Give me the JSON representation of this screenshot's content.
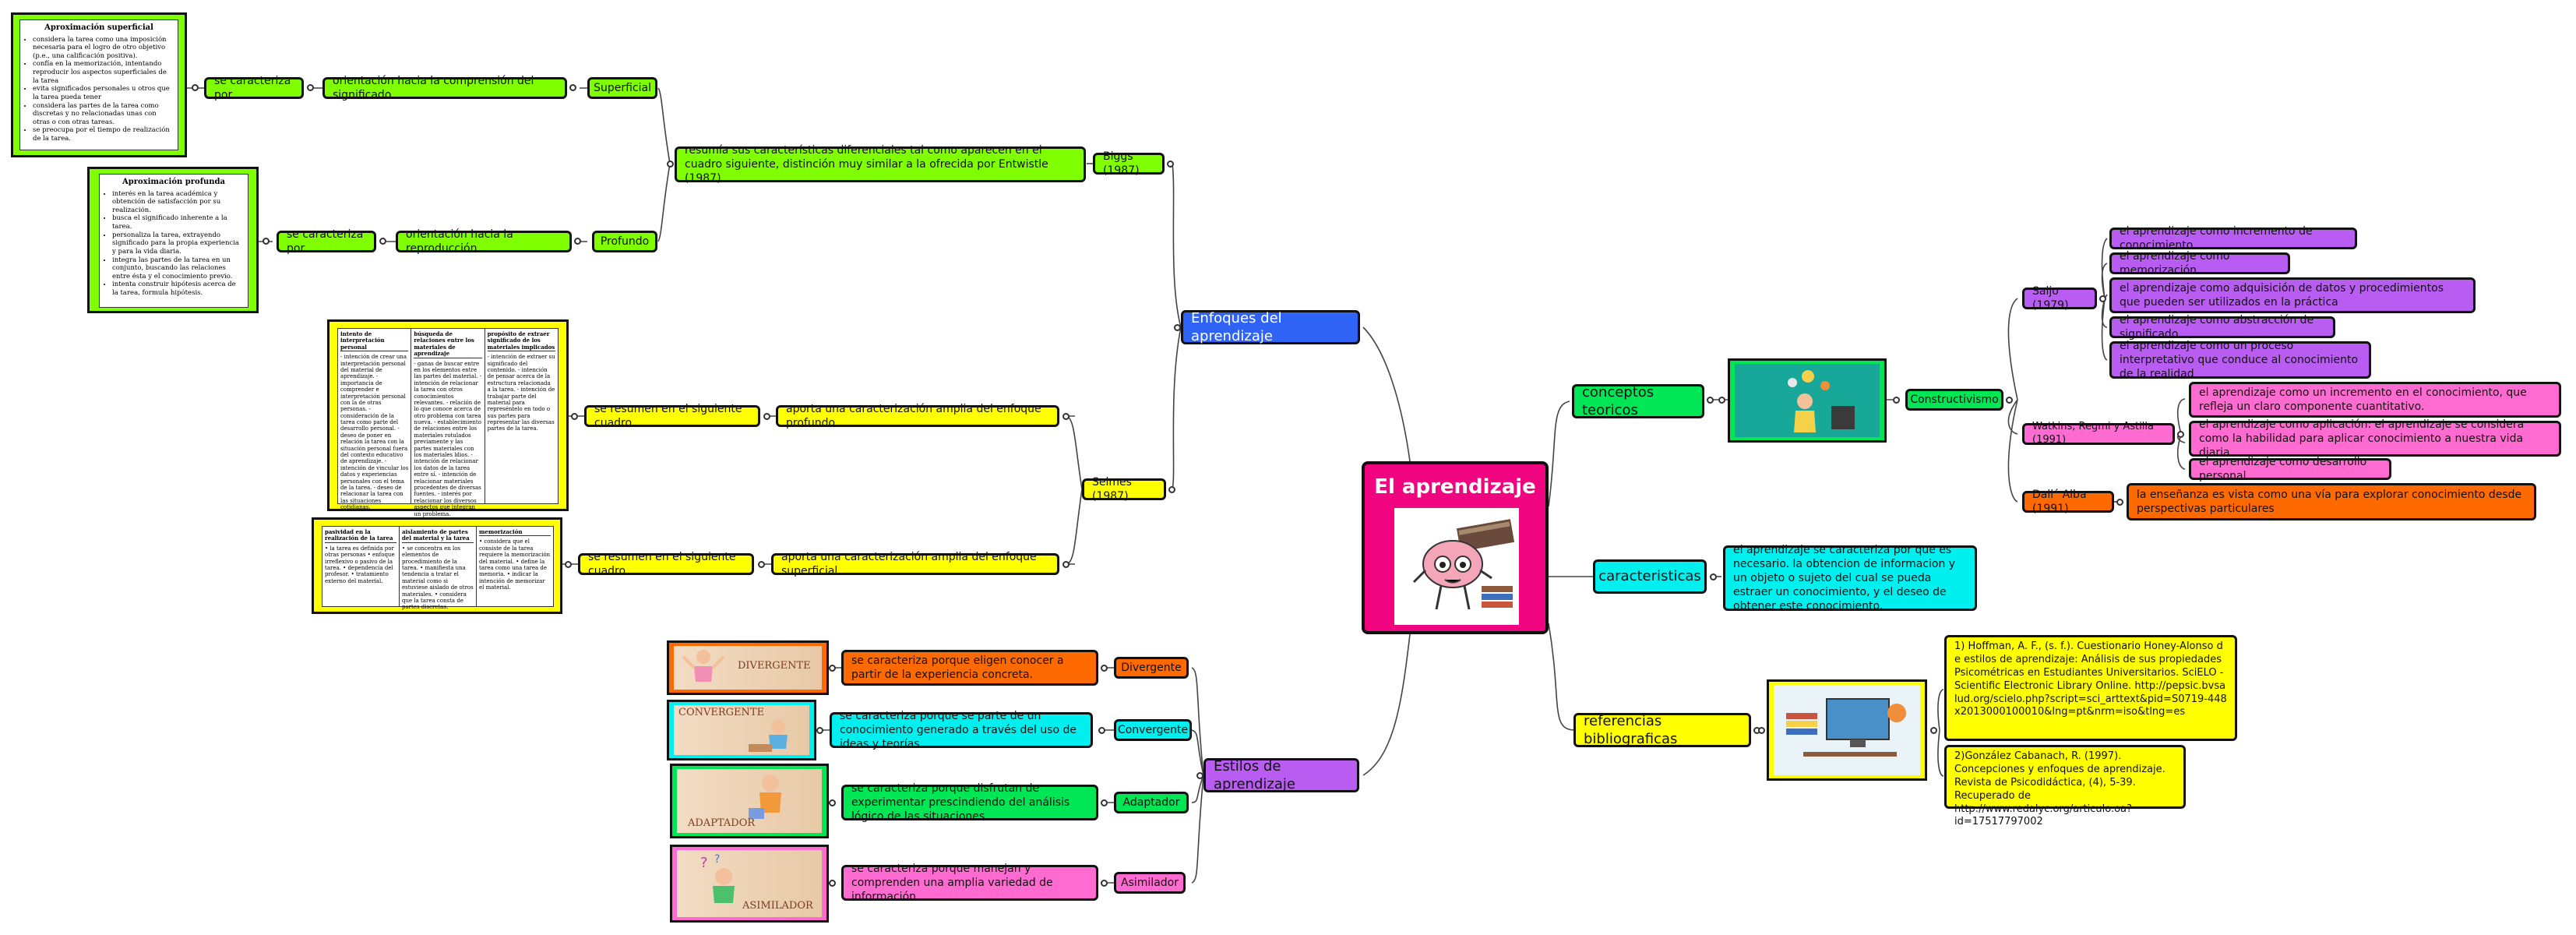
{
  "root": {
    "title": "El aprendizaje"
  },
  "colors": {
    "blue": "#2f63f5",
    "green": "#00e654",
    "cyan": "#00f0f0",
    "yellow": "#ffff00",
    "purple": "#b85cf2",
    "lime": "#80ff00",
    "pink": "#ff6bd0",
    "orange": "#ff6a00",
    "magenta": "#f0047f"
  },
  "enfoques": {
    "label": "Enfoques del aprendizaje",
    "biggs": {
      "label": "Biggs (1987)",
      "desc": "resumía sus características diferenciales tal como aparecen en el cuadro siguiente, distinción muy similar a la ofrecida por Entwistle (1987).",
      "superficial": {
        "label": "Superficial",
        "orientation": "orientación hacia la comprensión del significado",
        "char": "se caracteriza por",
        "doc": {
          "title": "Aproximación superficial",
          "items": [
            "considera la tarea como una imposición necesaria para el logro de otro objetivo (p.e., una calificación positiva).",
            "confía en la memorización, intentando reproducir los aspectos superficiales de la tarea",
            "evita significados personales u otros que la tarea pueda tener",
            "considera las partes de la tarea como discretas y no relacionadas unas con otras o con otras tareas.",
            "se preocupa por el tiempo de realización de la tarea."
          ]
        }
      },
      "profundo": {
        "label": "Profundo",
        "orientation": "orientación hacia la reproducción",
        "char": "se caracteriza por",
        "doc": {
          "title": "Aproximación profunda",
          "items": [
            "interés en la tarea académica y obtención de satisfacción por su realización.",
            "busca el significado inherente a la tarea.",
            "personaliza la tarea, extrayendo significado para la propia experiencia y para la vida diaria.",
            "integra las partes de la tarea en un conjunto, buscando las relaciones entre ésta y el conocimiento previo.",
            "intenta construir hipótesis acerca de la tarea, formula hipótesis."
          ]
        }
      }
    },
    "selmes": {
      "label": "Selmes (1987)",
      "profundo": {
        "desc": "aporta una caracterización amplia del enfoque profundo.",
        "summary": "se resumen en el siguiente cuadro",
        "table": {
          "headers": [
            "intento de interpretación personal",
            "búsqueda de relaciones entre los materiales de aprendizaje",
            "propósito de extraer significado de los materiales implicados"
          ],
          "cells": [
            "- intención de crear una interpretación personal del material de aprendizaje. - importancia de comprender e interpretación personal con la de otras personas. - consideración de la tarea como parte del desarrollo personal. - deseo de poner en relación la tarea con la situación personal fuera del contexto educativo de aprendizaje. - intención de vincular los datos y experiencias personales con el tema de la tarea. - deseo de relacionar la tarea con las situaciones cotidianas.",
            "- ganas de buscar entre en los elementos entre las partes del material. - intención de relacionar la tarea con otros conocimientos relevantes. - relación de lo que conoce acerca de otro problema con tarea nueva. - establecimiento de relaciones entre los materiales rotulados previamente y las partes materiales con los materiales ldios. - intención de relacionar los datos de la tarea entre sí. - intención de relacionar materiales procedentes de diversas fuentes. - interés por relacionar los diversos aspectos que integran un problema.",
            "- intención de extraer su significado del contenido. - intención de pensar acerca de la estructura relacionada a la tarea. - intención de trabajar parte del material para represéntelo en todo o sus partes para representar las diversas partes de la tarea."
          ]
        }
      },
      "superficial": {
        "desc": "aporta una caracterización amplia del enfoque superficial.",
        "summary": "se resumen en el siguiente cuadro",
        "table": {
          "headers": [
            "pasividad en la realización de la tarea",
            "aislamiento de partes del material y la tarea",
            "memorización"
          ],
          "cells": [
            "• la tarea es definida por otras personas • enfoque irreflexivo o pasivo de la tarea. • dependencia del profesor. • tratamiento externo del material.",
            "• se concentra en los elementos de procedimiento de la tarea. • manifiesta una tendencia a tratar el material como si estuviese aislado de otros materiales. • considera que la tarea consta de partes discretas.",
            "• considera que el consiste de la tarea requiere la memorización del material. • define la tarea como una tarea de memoria. • indicar la intención de memorizar el material."
          ]
        }
      }
    }
  },
  "estilos": {
    "label": "Estilos de aprendizaje",
    "items": [
      {
        "label": "Divergente",
        "desc": "se caracteriza porque eligen conocer a partir de la experiencia concreta.",
        "pic": "DIVERGENTE"
      },
      {
        "label": "Convergente",
        "desc": "se caracteriza porque se parte de un conocimiento generado a través del uso de ideas y teorías.",
        "pic": "CONVERGENTE"
      },
      {
        "label": "Adaptador",
        "desc": "se caracteriza porque  disfrutan de experimentar prescindiendo del análisis lógico de las situaciones.",
        "pic": "ADAPTADOR"
      },
      {
        "label": "Asimilador",
        "desc": "se caracteriza porque manejan y comprenden una amplia variedad de información",
        "pic": "ASIMILADOR"
      }
    ]
  },
  "conceptos": {
    "label": "conceptos teoricos",
    "constructivismo": {
      "label": "Constructivismo",
      "saljo": {
        "label": "Saljo (1979)",
        "items": [
          "el aprendizaje como incremento de conocimiento",
          "el aprendizaje como memorización",
          "el aprendizaje como adquisición de datos y procedimientos que pueden ser utilizados en la práctica",
          "el aprendizaje como abstracción de significado",
          "el aprendizaje como un proceso interpretativo que conduce al conocimiento de la realidad"
        ]
      },
      "watkins": {
        "label": "Watkins, Regmi y Astilla (1991)",
        "items": [
          "el aprendizaje como un incremento en el conocimiento, que refleja un claro componente cuantitativo.",
          "el aprendizaje como aplicación: el aprendizaje se considera como la habilidad para aplicar conocimiento a nuestra vida diaria.",
          "el aprendizaje como desarrollo personal."
        ]
      },
      "dallalba": {
        "label": "Dall´ Alba (1991)",
        "items": [
          "la enseñanza es vista como una vía para explorar conocimiento desde perspectivas particulares"
        ]
      }
    }
  },
  "caracteristicas": {
    "label": "caracteristicas",
    "desc": "el aprendizaje se caracteriza por que es necesario. la obtencion de informacion y un objeto o sujeto del cual se pueda estraer un conocimiento, y el deseo de obtener este conocimiento."
  },
  "referencias": {
    "label": "referencias bibliograficas",
    "items": [
      "1)  Hoffman, A. F., (s. f.). Cuestionario Honey-Alonso de estilos de aprendizaje: Análisis de sus propiedades Psicométricas en Estudiantes Universitarios. SciELO - Scientific Electronic Library Online. http://pepsic.bvsalud.org/scielo.php?script=sci_arttext&pid=S0719-448x2013000100010&lng=pt&nrm=iso&tlng=es",
      "2)González Cabanach, R. (1997). Concepciones y enfoques de aprendizaje. Revista de Psicodidáctica, (4), 5-39. Recuperado de http://www.redalyc.org/articulo.oa?id=17517797002"
    ]
  }
}
